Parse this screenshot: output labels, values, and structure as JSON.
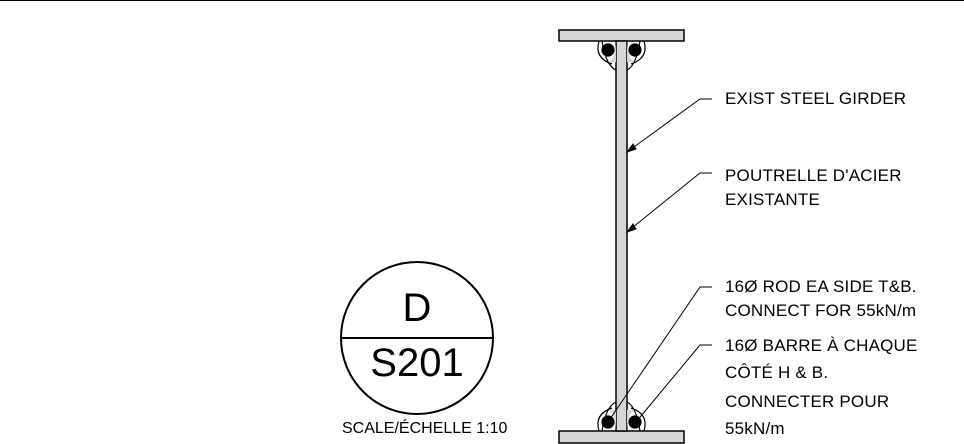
{
  "detail": {
    "letter": "D",
    "sheet": "S201",
    "scale": "SCALE/ÉCHELLE 1:10"
  },
  "notes": {
    "girder_en": "EXIST STEEL GIRDER",
    "girder_fr_1": "POUTRELLE D'ACIER",
    "girder_fr_2": "EXISTANTE",
    "rod_en_1": "16Ø ROD EA SIDE T&B.",
    "rod_en_2": "CONNECT FOR 55kN/m",
    "rod_fr_1": "16Ø BARRE À CHAQUE",
    "rod_fr_2": "CÔTÉ H & B.",
    "rod_fr_3": "CONNECTER POUR",
    "rod_fr_4": "55kN/m"
  },
  "colors": {
    "steel": "#d6d6d6",
    "line": "#000000"
  }
}
